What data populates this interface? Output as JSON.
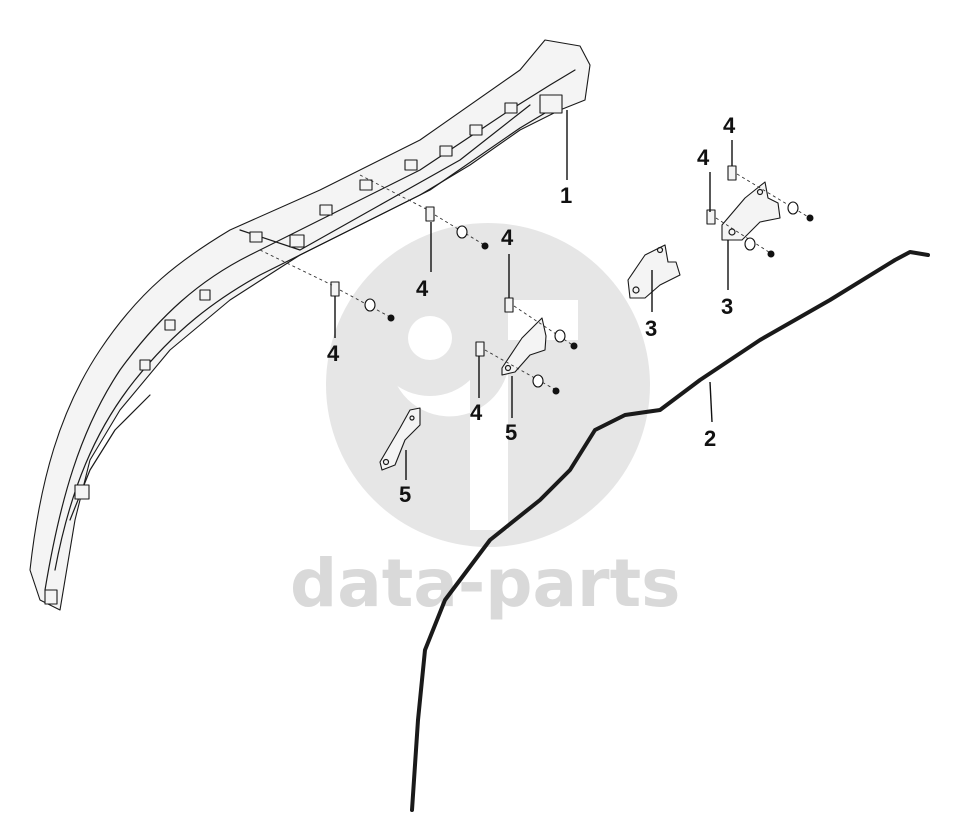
{
  "watermark": {
    "text": "data-parts",
    "logo_icon": "data-parts-logo-icon"
  },
  "callouts": [
    {
      "id": "c1",
      "label": "1"
    },
    {
      "id": "c2",
      "label": "2"
    },
    {
      "id": "c3a",
      "label": "3"
    },
    {
      "id": "c3b",
      "label": "3"
    },
    {
      "id": "c4a",
      "label": "4"
    },
    {
      "id": "c4b",
      "label": "4"
    },
    {
      "id": "c4c",
      "label": "4"
    },
    {
      "id": "c4d",
      "label": "4"
    },
    {
      "id": "c4e",
      "label": "4"
    },
    {
      "id": "c4f",
      "label": "4"
    },
    {
      "id": "c5a",
      "label": "5"
    },
    {
      "id": "c5b",
      "label": "5"
    }
  ],
  "colors": {
    "line": "#1a1a1a",
    "watermark": "#d9d9d9",
    "background": "#ffffff"
  }
}
